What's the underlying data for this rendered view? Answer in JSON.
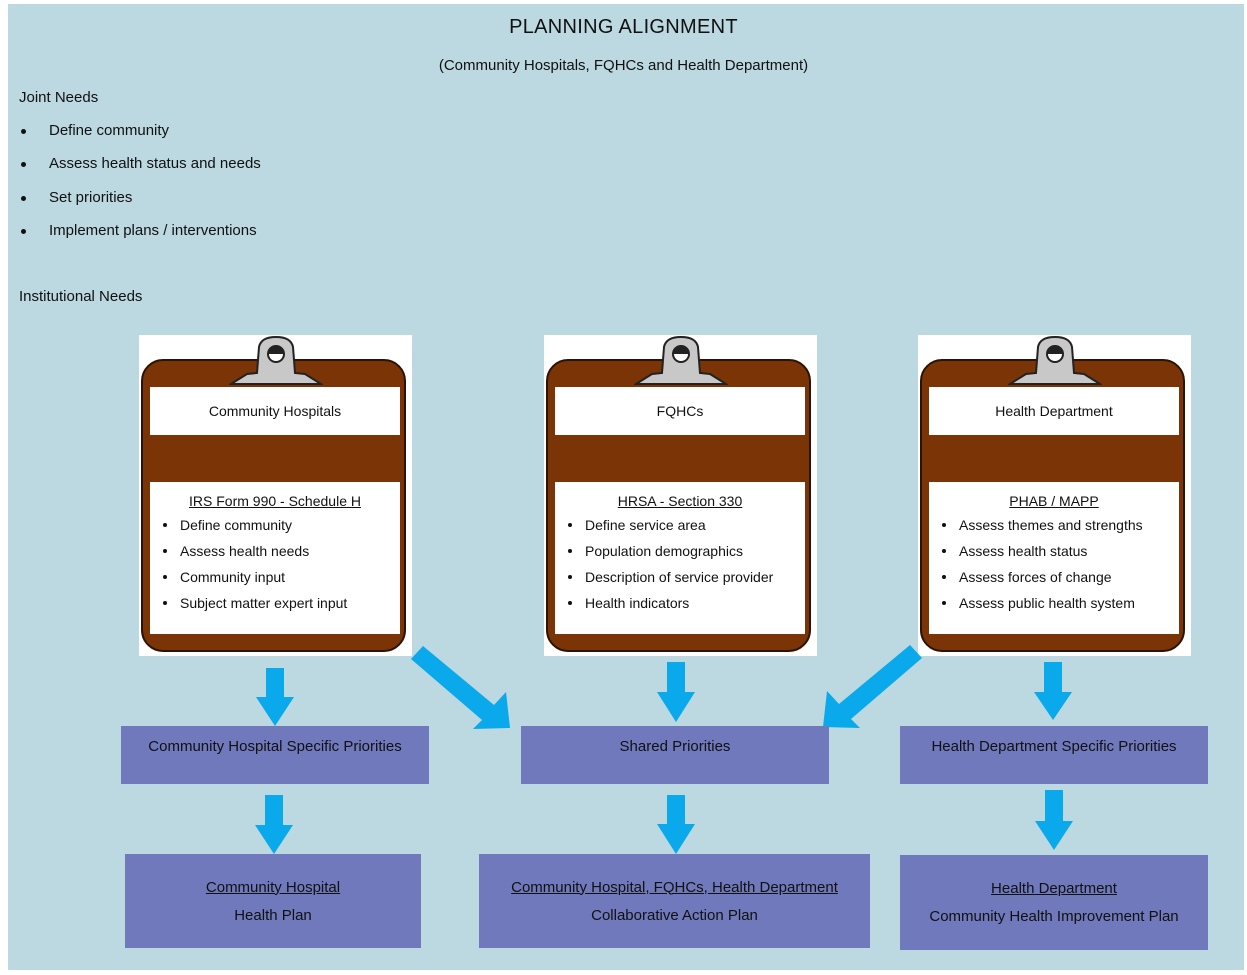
{
  "title": "PLANNING ALIGNMENT",
  "subtitle": "(Community Hospitals, FQHCs and Health Department)",
  "joint_needs": {
    "heading": "Joint Needs",
    "items": [
      "Define community",
      "Assess health status and needs",
      "Set priorities",
      "Implement plans / interventions"
    ]
  },
  "institutional_needs": {
    "heading": "Institutional Needs"
  },
  "clipboards": [
    {
      "header": "Community Hospitals",
      "subheading": "IRS Form 990 - Schedule H",
      "items": [
        "Define community",
        "Assess health needs",
        "Community input",
        "Subject matter expert input"
      ]
    },
    {
      "header": "FQHCs",
      "subheading": "HRSA - Section 330",
      "items": [
        "Define service area",
        "Population demographics",
        "Description of service provider",
        "Health indicators"
      ]
    },
    {
      "header": "Health Department",
      "subheading": "PHAB / MAPP",
      "items": [
        "Assess themes and strengths",
        "Assess health status",
        "Assess forces of change",
        "Assess public health system"
      ]
    }
  ],
  "priorities": {
    "hospital": "Community Hospital Specific Priorities",
    "shared": "Shared Priorities",
    "health_department": "Health Department Specific Priorities"
  },
  "plans": {
    "hospital": {
      "title": "Community Hospital",
      "text": "Health Plan"
    },
    "collaborative": {
      "title": "Community Hospital, FQHCs, Health Department",
      "text": "Collaborative Action Plan"
    },
    "health_department": {
      "title": "Health Department",
      "text": "Community Health Improvement Plan"
    }
  },
  "colors": {
    "background": "#bcd8e0",
    "clipboard": "#7b3405",
    "box": "#6f79bc",
    "arrow": "#0aa9ec"
  },
  "icons": [
    "clipboard-clasp-icon",
    "arrow-down-icon",
    "arrow-diagonal-icon"
  ]
}
